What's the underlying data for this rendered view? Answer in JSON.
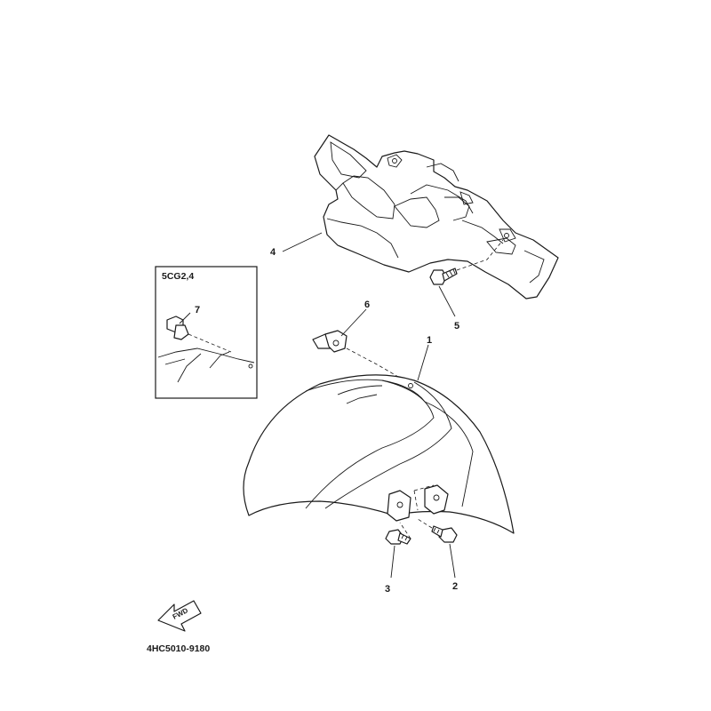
{
  "diagram": {
    "callouts": [
      {
        "id": "1",
        "label": "1"
      },
      {
        "id": "2",
        "label": "2"
      },
      {
        "id": "3",
        "label": "3"
      },
      {
        "id": "4",
        "label": "4"
      },
      {
        "id": "5",
        "label": "5"
      },
      {
        "id": "6",
        "label": "6"
      },
      {
        "id": "7",
        "label": "7"
      }
    ],
    "inset_label": "5CG2,4",
    "fwd_label": "FWD",
    "diagram_code": "4HC5010-9180"
  }
}
